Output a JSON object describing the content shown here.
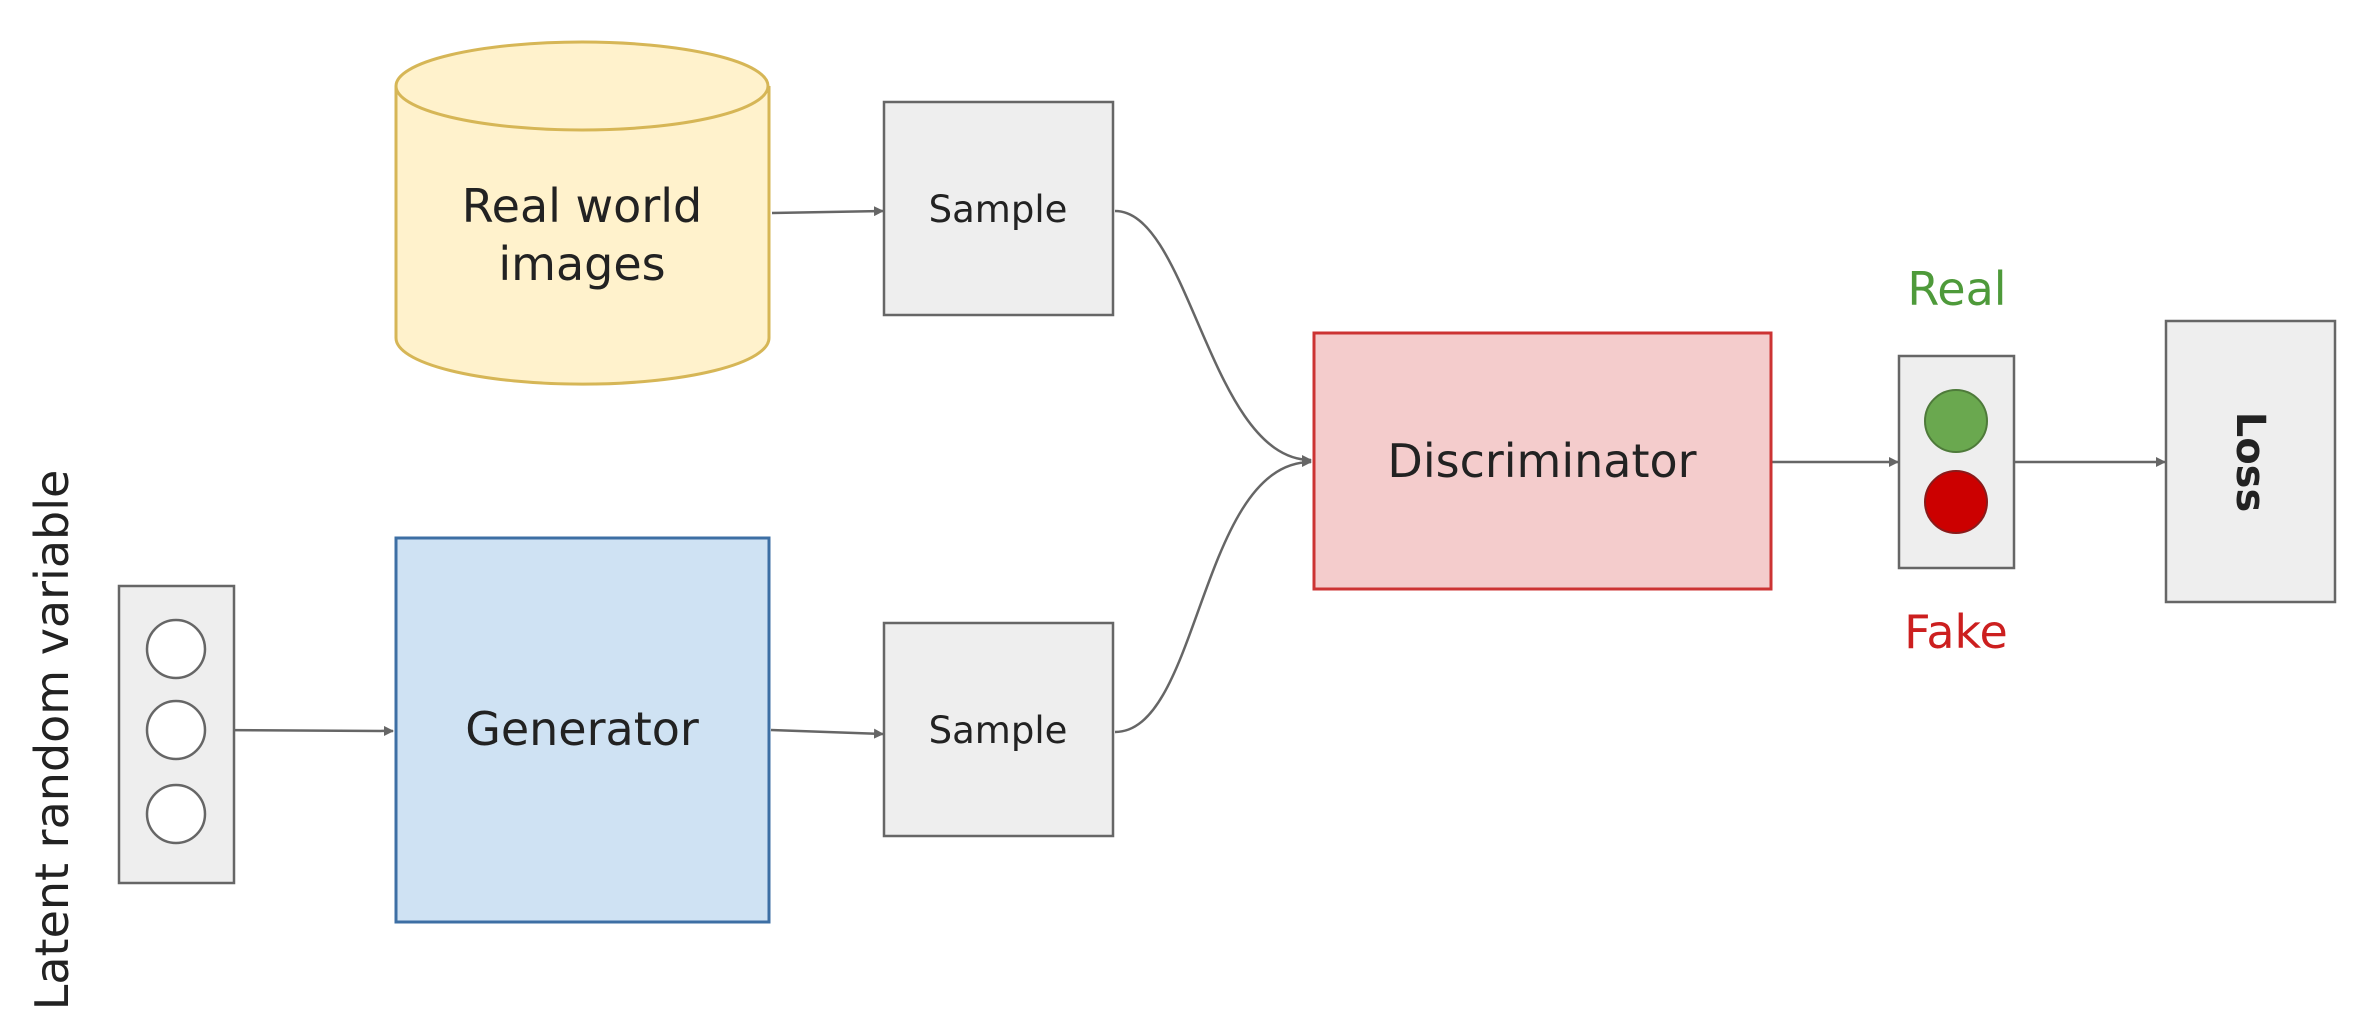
{
  "diagram": {
    "nodes": {
      "real_images": {
        "line1": "Real world",
        "line2": "images",
        "fill": "#FFF2CC",
        "stroke": "#D6B656"
      },
      "sample_real": {
        "label": "Sample",
        "fill": "#EEEEEE",
        "stroke": "#666666"
      },
      "sample_fake": {
        "label": "Sample",
        "fill": "#EEEEEE",
        "stroke": "#666666"
      },
      "generator": {
        "label": "Generator",
        "fill": "#CFE2F3",
        "stroke": "#3D6FA4"
      },
      "discriminator": {
        "label": "Discriminator",
        "fill": "#F4CCCC",
        "stroke": "#CC3333"
      },
      "latent": {
        "label": "Latent random variable",
        "fill": "#EEEEEE",
        "stroke": "#666666"
      },
      "decision": {
        "real_label": "Real",
        "fake_label": "Fake",
        "real_color": "#4E9A3A",
        "fake_color": "#CC1F1F"
      },
      "loss": {
        "label": "Loss",
        "fill": "#EEEEEE",
        "stroke": "#666666"
      }
    },
    "edges": [
      {
        "from": "real_images",
        "to": "sample_real"
      },
      {
        "from": "sample_real",
        "to": "discriminator"
      },
      {
        "from": "latent",
        "to": "generator"
      },
      {
        "from": "generator",
        "to": "sample_fake"
      },
      {
        "from": "sample_fake",
        "to": "discriminator"
      },
      {
        "from": "discriminator",
        "to": "decision"
      },
      {
        "from": "decision",
        "to": "loss"
      }
    ]
  }
}
